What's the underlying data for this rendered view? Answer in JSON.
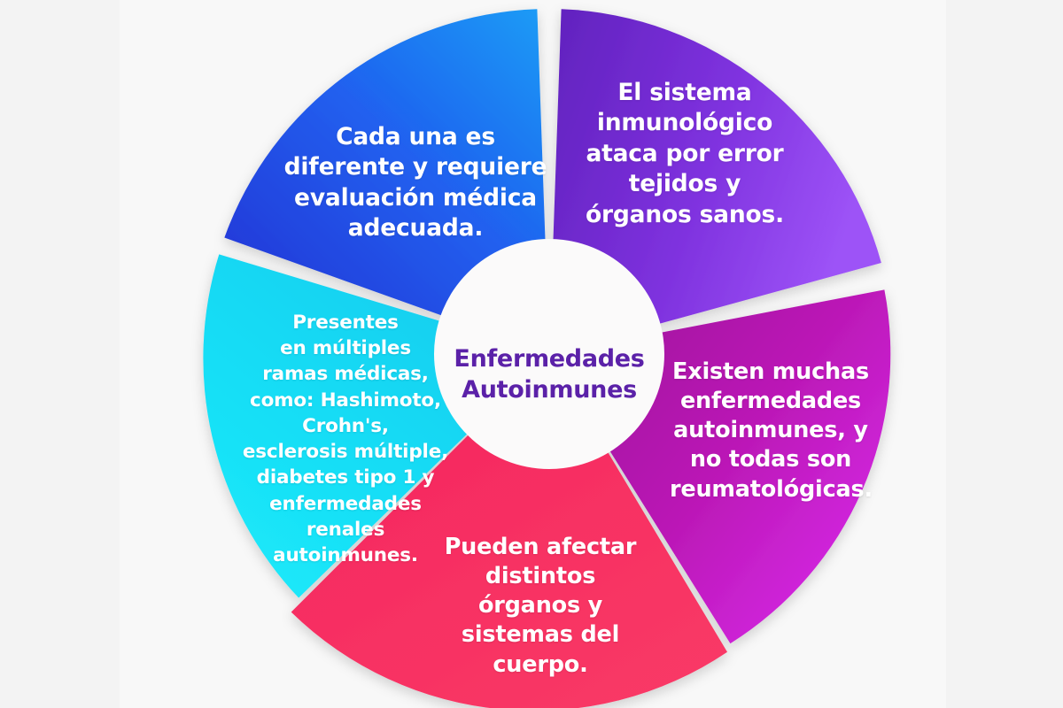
{
  "figure": {
    "title": "Enfermedades Autoinmunes",
    "center_label": "Enfermedades\nAutoinmunes",
    "center_text_color": "#5b21a8",
    "background_color": "#f8f8f8",
    "page_color": "#f3f3f3"
  },
  "chart_data": {
    "type": "pie",
    "title": "Enfermedades Autoinmunes",
    "xlabel": "",
    "ylabel": "",
    "legend_position": "none",
    "grid": false,
    "center_hole": true,
    "categories": [
      "El sistema inmunológico ataca por error tejidos y órganos sanos.",
      "Existen muchas enfermedades autoinmunes, y no todas son reumatológicas.",
      "Pueden afectar distintos órganos y sistemas del cuerpo.",
      "Presentes en múltiples ramas médicas, como: Hashimoto, Crohn's, esclerosis múltiple, diabetes tipo 1 y enfermedades renales autoinmunes.",
      "Cada una es diferente y requiere evaluación médica adecuada."
    ],
    "values": [
      20,
      20,
      20,
      20,
      20
    ],
    "colors": [
      "#7a2ad4",
      "#c41bb8",
      "#f5245e",
      "#18e3f5",
      "#1b5ce8"
    ]
  },
  "segments": [
    {
      "id": "immune-system",
      "text": "El sistema\ninmunológico\nataca por error\ntejidos y\nórganos sanos.",
      "color_inner": "#6622c0",
      "color_outer": "#9a4df5",
      "start_angle": 2,
      "end_angle": 74
    },
    {
      "id": "many-diseases",
      "text": "Existen muchas\nenfermedades\nautoinmunes, y\nno todas son\nreumatológicas.",
      "color_inner": "#a3119c",
      "color_outer": "#d32ae8",
      "start_angle": 76,
      "end_angle": 148
    },
    {
      "id": "organs-systems",
      "text": "Pueden afectar\ndistintos\nórganos y\nsistemas del\ncuerpo.",
      "color_inner": "#f0245f",
      "color_outer": "#f73a63",
      "start_angle": 150,
      "end_angle": 222
    },
    {
      "id": "medical-branches",
      "text": "Presentes\nen múltiples\nramas médicas,\ncomo: Hashimoto,\nCrohn's,\nesclerosis múltiple,\ndiabetes tipo 1 y\nenfermedades\nrenales\nautoinmunes.",
      "color_inner": "#12cdee",
      "color_outer": "#1ae9f8",
      "start_angle": 224,
      "end_angle": 296
    },
    {
      "id": "each-is-different",
      "text": "Cada una es\ndiferente y requiere\nevaluación médica\nadecuada.",
      "color_inner": "#2433d6",
      "color_outer": "#1a9bf6",
      "start_angle": 298,
      "end_angle": 358
    }
  ]
}
